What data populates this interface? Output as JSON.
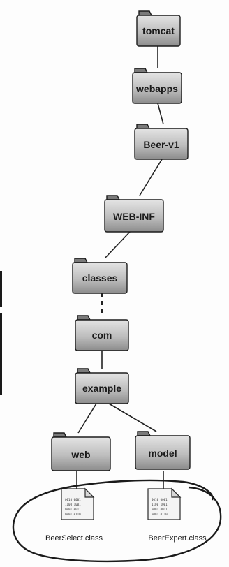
{
  "folders": {
    "tomcat": "tomcat",
    "webapps": "webapps",
    "beer_v1": "Beer-v1",
    "web_inf": "WEB-INF",
    "classes": "classes",
    "com": "com",
    "example": "example",
    "web": "web",
    "model": "model"
  },
  "files": {
    "beer_select": {
      "label": "BeerSelect.class",
      "bin": [
        "0010 0001",
        "1100 1001",
        "0001 0011",
        "0001 0110"
      ]
    },
    "beer_expert": {
      "label": "BeerExpert.class",
      "bin": [
        "0010 0001",
        "1100 1001",
        "0001 0011",
        "0001 0110"
      ]
    }
  },
  "colors": {
    "folder_light": "#d6d6d6",
    "folder_dark": "#8a8a8a",
    "line": "#222222"
  }
}
